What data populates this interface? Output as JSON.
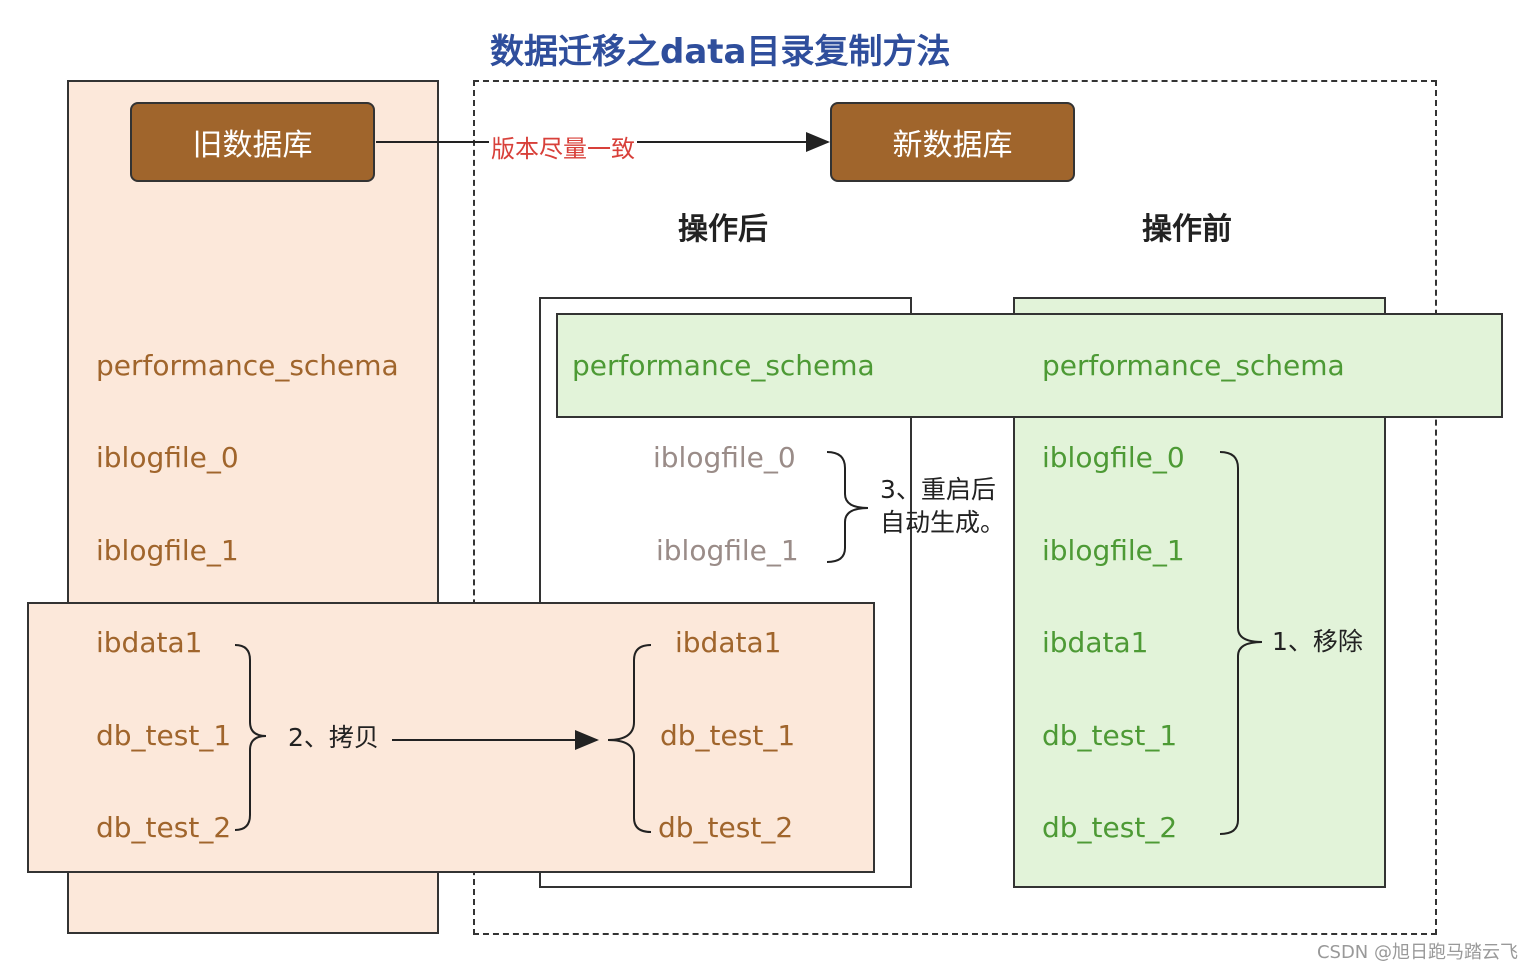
{
  "title": "数据迁移之data目录复制方法",
  "old_db": {
    "label": "旧数据库",
    "files": [
      "performance_schema",
      "iblogfile_0",
      "iblogfile_1",
      "ibdata1",
      "db_test_1",
      "db_test_2"
    ]
  },
  "new_db": {
    "label": "新数据库"
  },
  "version_note": "版本尽量一致",
  "after": {
    "heading": "操作后",
    "schema": "performance_schema",
    "regen_files": [
      "iblogfile_0",
      "iblogfile_1"
    ],
    "copied_files": [
      "ibdata1",
      "db_test_1",
      "db_test_2"
    ]
  },
  "before": {
    "heading": "操作前",
    "files": [
      "performance_schema",
      "iblogfile_0",
      "iblogfile_1",
      "ibdata1",
      "db_test_1",
      "db_test_2"
    ]
  },
  "steps": {
    "remove": "1、移除",
    "copy": "2、拷贝",
    "regen_line1": "3、重启后",
    "regen_line2": "自动生成。"
  },
  "watermark": "CSDN @旭日跑马踏云飞",
  "colors": {
    "old_fill": "#fce8da",
    "new_fill": "#e2f3d9",
    "db_box": "#a0652c",
    "title": "#2f4e9c",
    "note": "#d8403a"
  }
}
